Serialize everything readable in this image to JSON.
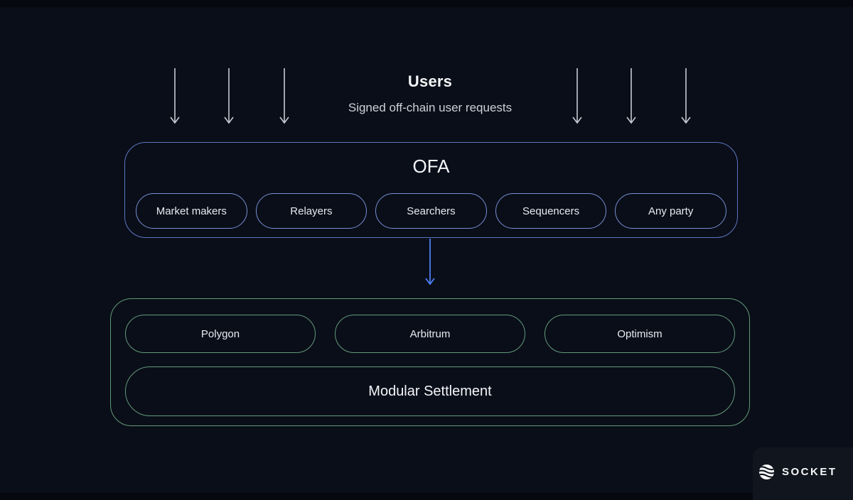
{
  "diagram": {
    "users": {
      "title": "Users",
      "subtitle": "Signed off-chain user requests"
    },
    "ofa": {
      "title": "OFA",
      "participants": [
        "Market makers",
        "Relayers",
        "Searchers",
        "Sequencers",
        "Any party"
      ]
    },
    "settlement": {
      "chains": [
        "Polygon",
        "Arbitrum",
        "Optimism"
      ],
      "label": "Modular Settlement"
    },
    "brand": {
      "name": "SOCKET",
      "logo_icon": "socket-wave-sphere-icon"
    },
    "icons": {
      "user_request_arrows": "down-arrow-icon",
      "flow_arrow": "blue-down-arrow-icon"
    }
  },
  "colors": {
    "background": "#0a0e18",
    "ofa_border_blue": "#5b77c2",
    "participant_pill_border_blue": "#7590d2",
    "flow_arrow_blue": "#4e7df5",
    "settlement_border_green": "#629a78",
    "request_arrow_gray": "#c6cad2",
    "text_primary": "#f0f2f5",
    "text_secondary": "#ccd0d8",
    "brand_panel_background": "#11151e"
  }
}
